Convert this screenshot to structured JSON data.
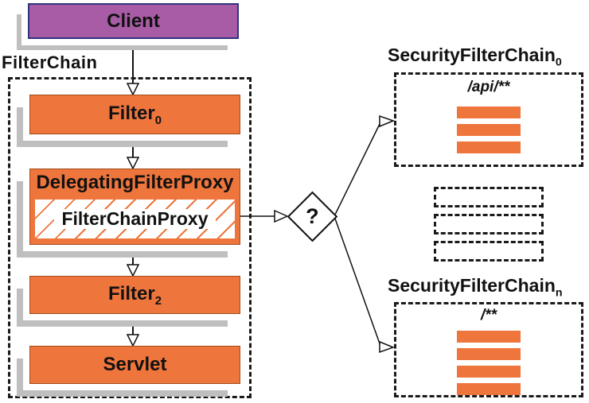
{
  "colors": {
    "orange": "#ee753c",
    "orange-border": "#a04c1a",
    "purple": "#a85ca5",
    "purple-border": "#32327e",
    "shadow": "#bfbfbf",
    "dash": "#1a1a1a",
    "ink": "#111111"
  },
  "left": {
    "client_label": "Client",
    "chain_label": "FilterChain",
    "filter0": {
      "base": "Filter",
      "sub": "0"
    },
    "dfp_label": "DelegatingFilterProxy",
    "fcp_label": "FilterChainProxy",
    "filter2": {
      "base": "Filter",
      "sub": "2"
    },
    "servlet_label": "Servlet"
  },
  "decision": {
    "label": "?"
  },
  "right": {
    "chain0": {
      "title_base": "SecurityFilterChain",
      "title_sub": "0",
      "url_pattern": "/api/**",
      "filter_count": 3
    },
    "placeholder_count": 3,
    "chainN": {
      "title_base": "SecurityFilterChain",
      "title_sub": "n",
      "url_pattern": "/**",
      "filter_count": 4
    }
  }
}
